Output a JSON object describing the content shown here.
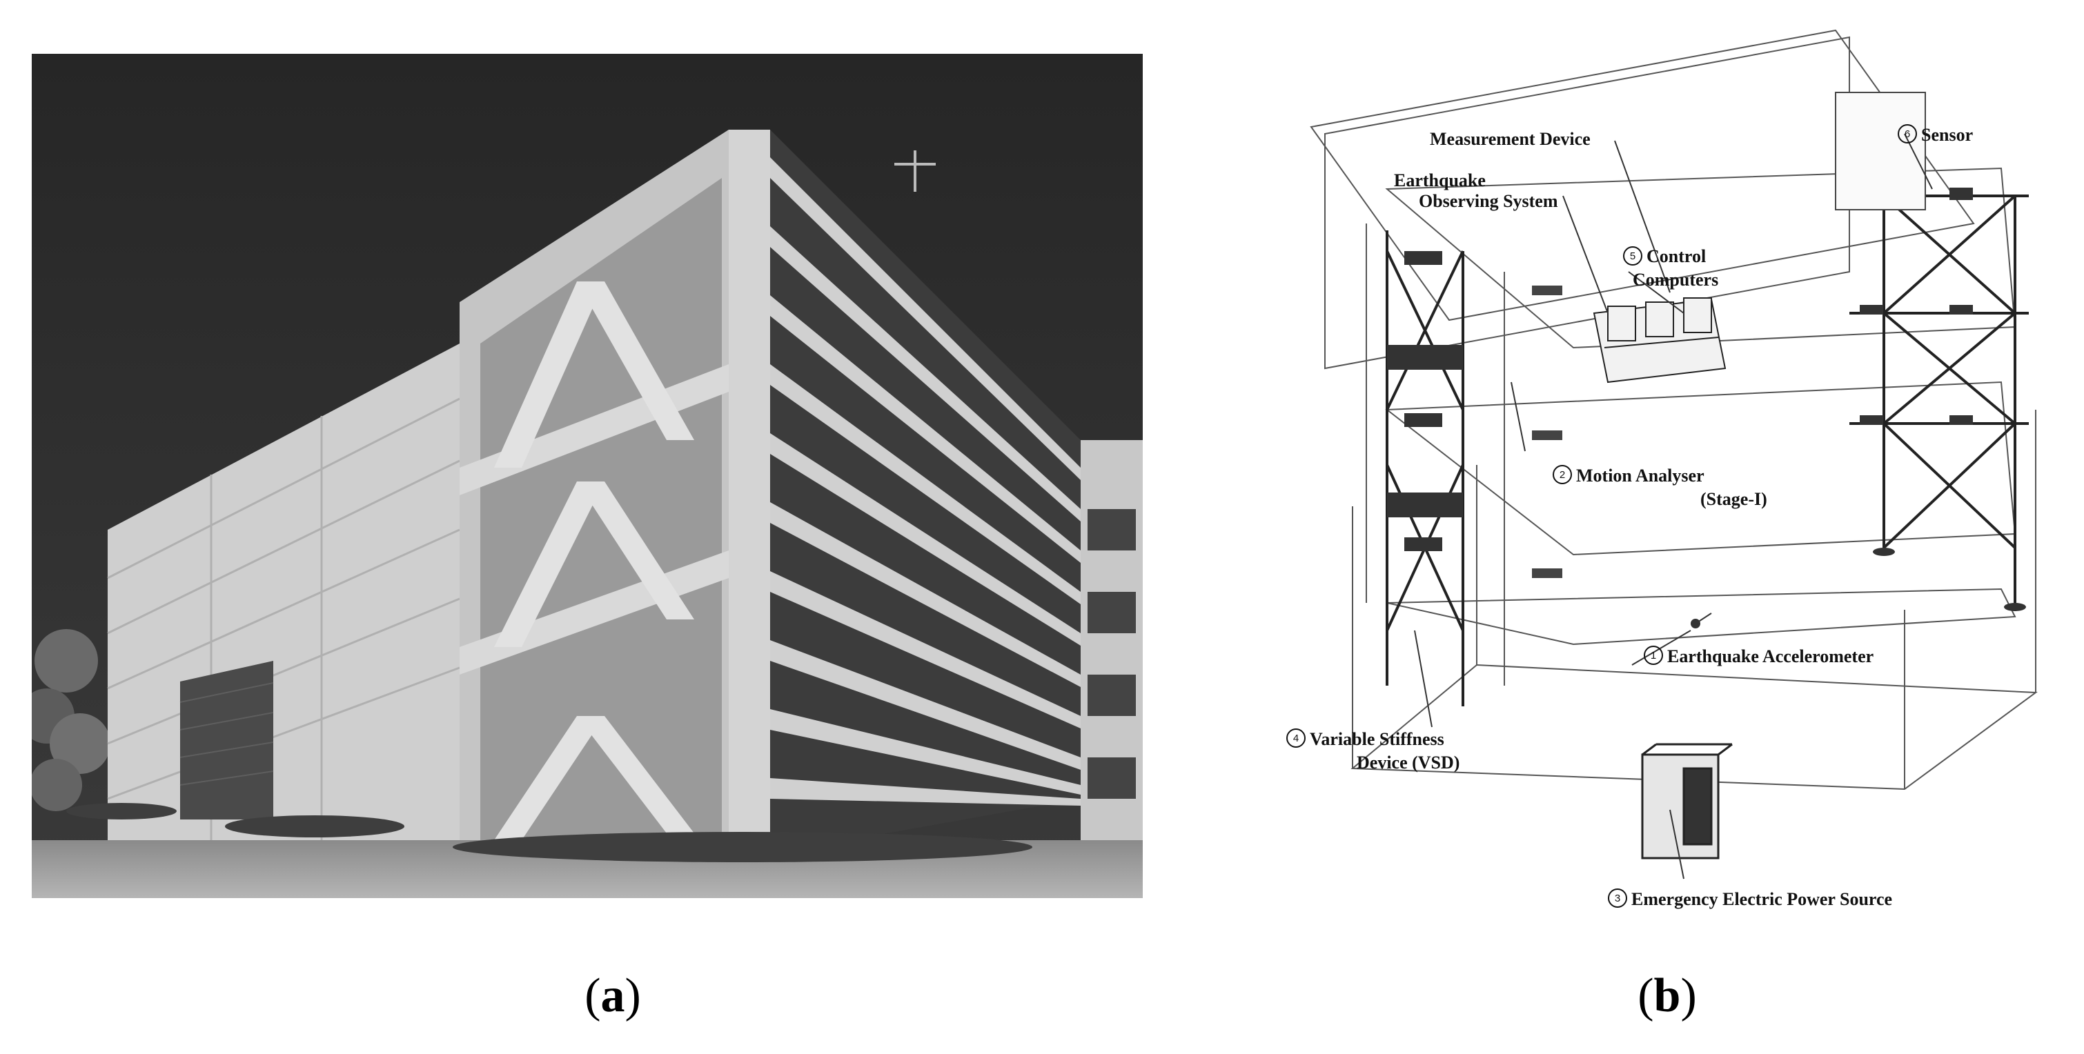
{
  "panels": [
    {
      "id": "a",
      "caption_open": "(",
      "caption_letter": "a",
      "caption_close": ")",
      "content": "photograph"
    },
    {
      "id": "b",
      "caption_open": "(",
      "caption_letter": "b",
      "caption_close": ")",
      "content": "isometric schematic"
    }
  ],
  "diagram_labels": {
    "measurement_device": "Measurement Device",
    "earthquake_observing_1": "Earthquake",
    "earthquake_observing_2": "Observing System",
    "sensor_num": "6",
    "sensor": "Sensor",
    "control_num": "5",
    "control_1": "Control",
    "control_2": "Computers",
    "motion_num": "2",
    "motion_1": "Motion Analyser",
    "motion_2": "(Stage-I)",
    "accel_num": "1",
    "accel": "Earthquake Accelerometer",
    "vsd_num": "4",
    "vsd_1": "Variable Stiffness",
    "vsd_2": "Device (VSD)",
    "power_num": "3",
    "power": "Emergency Electric Power Source"
  },
  "colors": {
    "sky": "#2b2b2b",
    "facade_light": "#d6d6d6",
    "facade_mid": "#b9b9b9",
    "window_dark": "#1e1e1e",
    "line": "#222222"
  }
}
